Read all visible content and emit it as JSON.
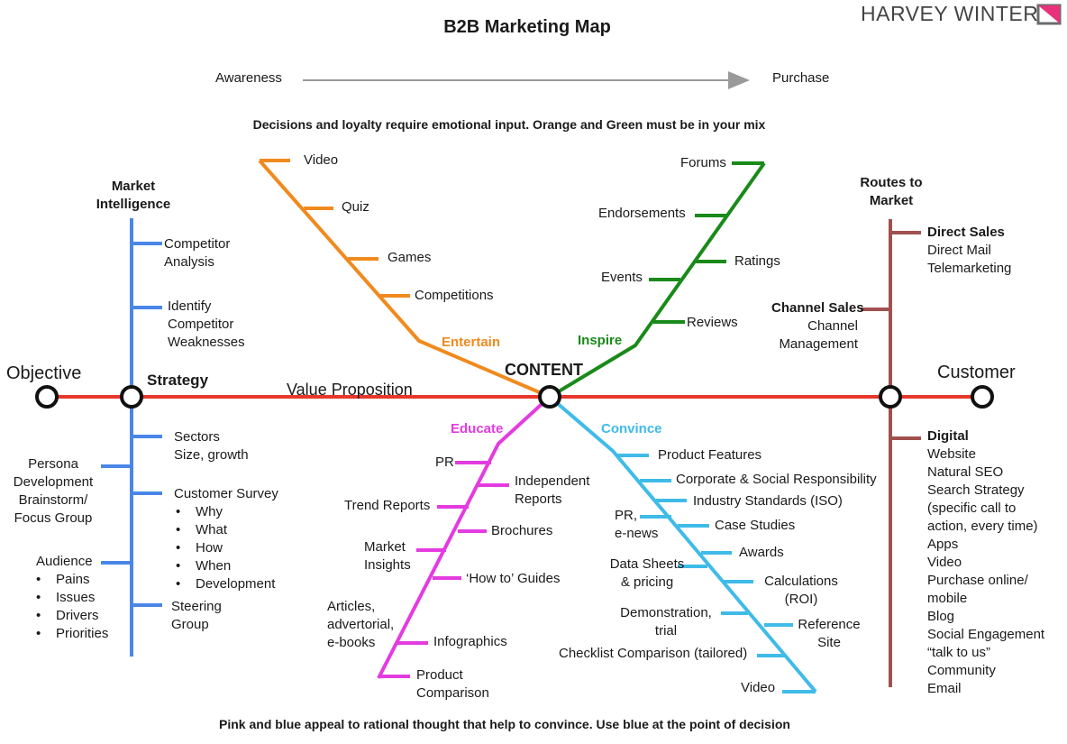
{
  "title": "B2B Marketing Map",
  "brand": "HARVEY WINTER",
  "journey": {
    "start": "Awareness",
    "end": "Purchase"
  },
  "note_top": "Decisions and loyalty require emotional input.  Orange and Green must be in your mix",
  "note_bottom": "Pink and blue appeal to rational thought that help to convince.  Use blue at the point of decision",
  "main": {
    "objective": "Objective",
    "strategy": "Strategy",
    "value_prop": "Value  Proposition",
    "content": "CONTENT",
    "customer": "Customer"
  },
  "colors": {
    "main": "#e8382b",
    "market": "#4a86e8",
    "entertain": "#f08a1e",
    "inspire": "#1a8a1a",
    "educate": "#e43be0",
    "convince": "#3fbbe8",
    "routes": "#a0514f"
  },
  "market": {
    "heading": "Market\nIntelligence",
    "competitor_analysis": "Competitor\nAnalysis",
    "identify": "Identify\nCompetitor\nWeaknesses",
    "sectors": "Sectors\nSize, growth",
    "persona": "Persona\nDevelopment\nBrainstorm/\nFocus Group",
    "survey": {
      "title": "Customer Survey",
      "items": [
        "Why",
        "What",
        "How",
        "When",
        "Development"
      ]
    },
    "audience": {
      "title": "Audience",
      "items": [
        "Pains",
        "Issues",
        "Drivers",
        "Priorities"
      ]
    },
    "steering": "Steering\nGroup"
  },
  "entertain": {
    "label": "Entertain",
    "items": [
      "Video",
      "Quiz",
      "Games",
      "Competitions"
    ]
  },
  "inspire": {
    "label": "Inspire",
    "items": [
      "Forums",
      "Endorsements",
      "Ratings",
      "Events",
      "Reviews"
    ]
  },
  "educate": {
    "label": "Educate",
    "pr": "PR",
    "independent": "Independent\nReports",
    "trend": "Trend Reports",
    "brochures": "Brochures",
    "market_insights": "Market\nInsights",
    "howto": "‘How to’ Guides",
    "articles": "Articles,\nadvertorial,\ne-books",
    "infographics": "Infographics",
    "product_comparison": "Product\nComparison"
  },
  "convince": {
    "label": "Convince",
    "product_features": "Product Features",
    "csr": "Corporate & Social Responsibility",
    "iso": "Industry Standards (ISO)",
    "pr_enews": "PR,\ne-news",
    "case_studies": "Case Studies",
    "awards": "Awards",
    "data_sheets": "Data Sheets\n& pricing",
    "calculations": "Calculations\n(ROI)",
    "demonstration": "Demonstration,\ntrial",
    "reference": "Reference\nSite",
    "checklist": "Checklist Comparison (tailored)",
    "video": "Video"
  },
  "routes": {
    "heading": "Routes to\nMarket",
    "direct_sales": "Direct Sales",
    "direct_sales_items": "Direct Mail\nTelemarketing",
    "channel_sales": "Channel Sales",
    "channel_sales_items": "Channel\nManagement",
    "digital": "Digital",
    "digital_items": "Website\nNatural SEO\nSearch Strategy\n(specific call to\naction, every time)\nApps\nVideo\nPurchase online/\nmobile\nBlog\nSocial Engagement\n“talk to us”\nCommunity\nEmail"
  }
}
